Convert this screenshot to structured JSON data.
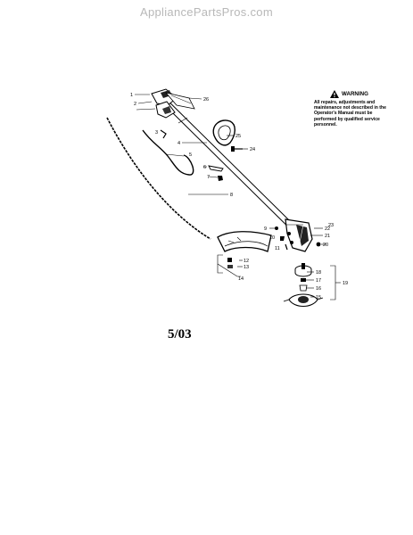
{
  "watermark": "AppliancePartsPros.com",
  "warning": {
    "title": "WARNING",
    "text": "All repairs, adjustments and maintenance not described in the Operator's Manual must be performed by qualified service personnel."
  },
  "date_code": "5/03",
  "part_labels": [
    "1",
    "2",
    "3",
    "4",
    "5",
    "6",
    "7",
    "8",
    "9",
    "10",
    "11",
    "12",
    "13",
    "14",
    "15",
    "16",
    "17",
    "18",
    "19",
    "20",
    "21",
    "22",
    "23",
    "24",
    "25",
    "26"
  ]
}
